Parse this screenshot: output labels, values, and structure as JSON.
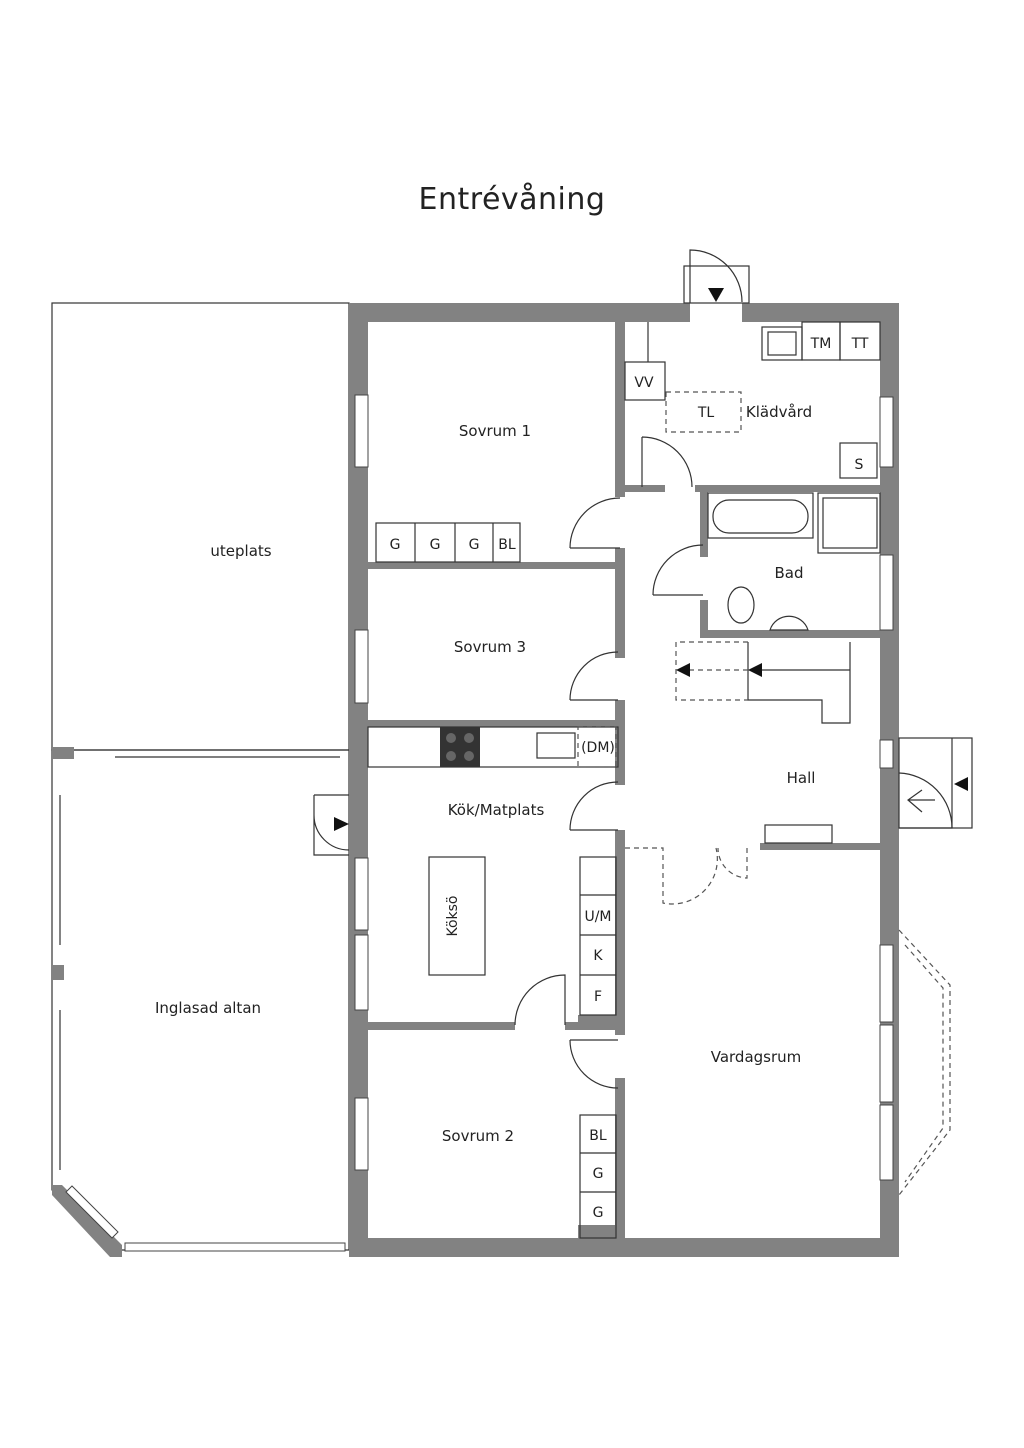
{
  "title": "Entrévåning",
  "rooms": {
    "sovrum1": "Sovrum 1",
    "sovrum2": "Sovrum 2",
    "sovrum3": "Sovrum 3",
    "kladvard": "Klädvård",
    "bad": "Bad",
    "hall": "Hall",
    "kok": "Kök/Matplats",
    "vardagsrum": "Vardagsrum",
    "uteplats": "uteplats",
    "altan": "Inglasad altan"
  },
  "fixtures": {
    "kladvard": [
      "TM",
      "TT",
      "VV",
      "TL",
      "S"
    ],
    "sovrum1_storage": [
      "G",
      "G",
      "G",
      "BL"
    ],
    "kitchen": [
      "(DM)",
      "U/M",
      "K",
      "F",
      "Köksö"
    ],
    "sovrum2_storage": [
      "BL",
      "G",
      "G"
    ]
  }
}
